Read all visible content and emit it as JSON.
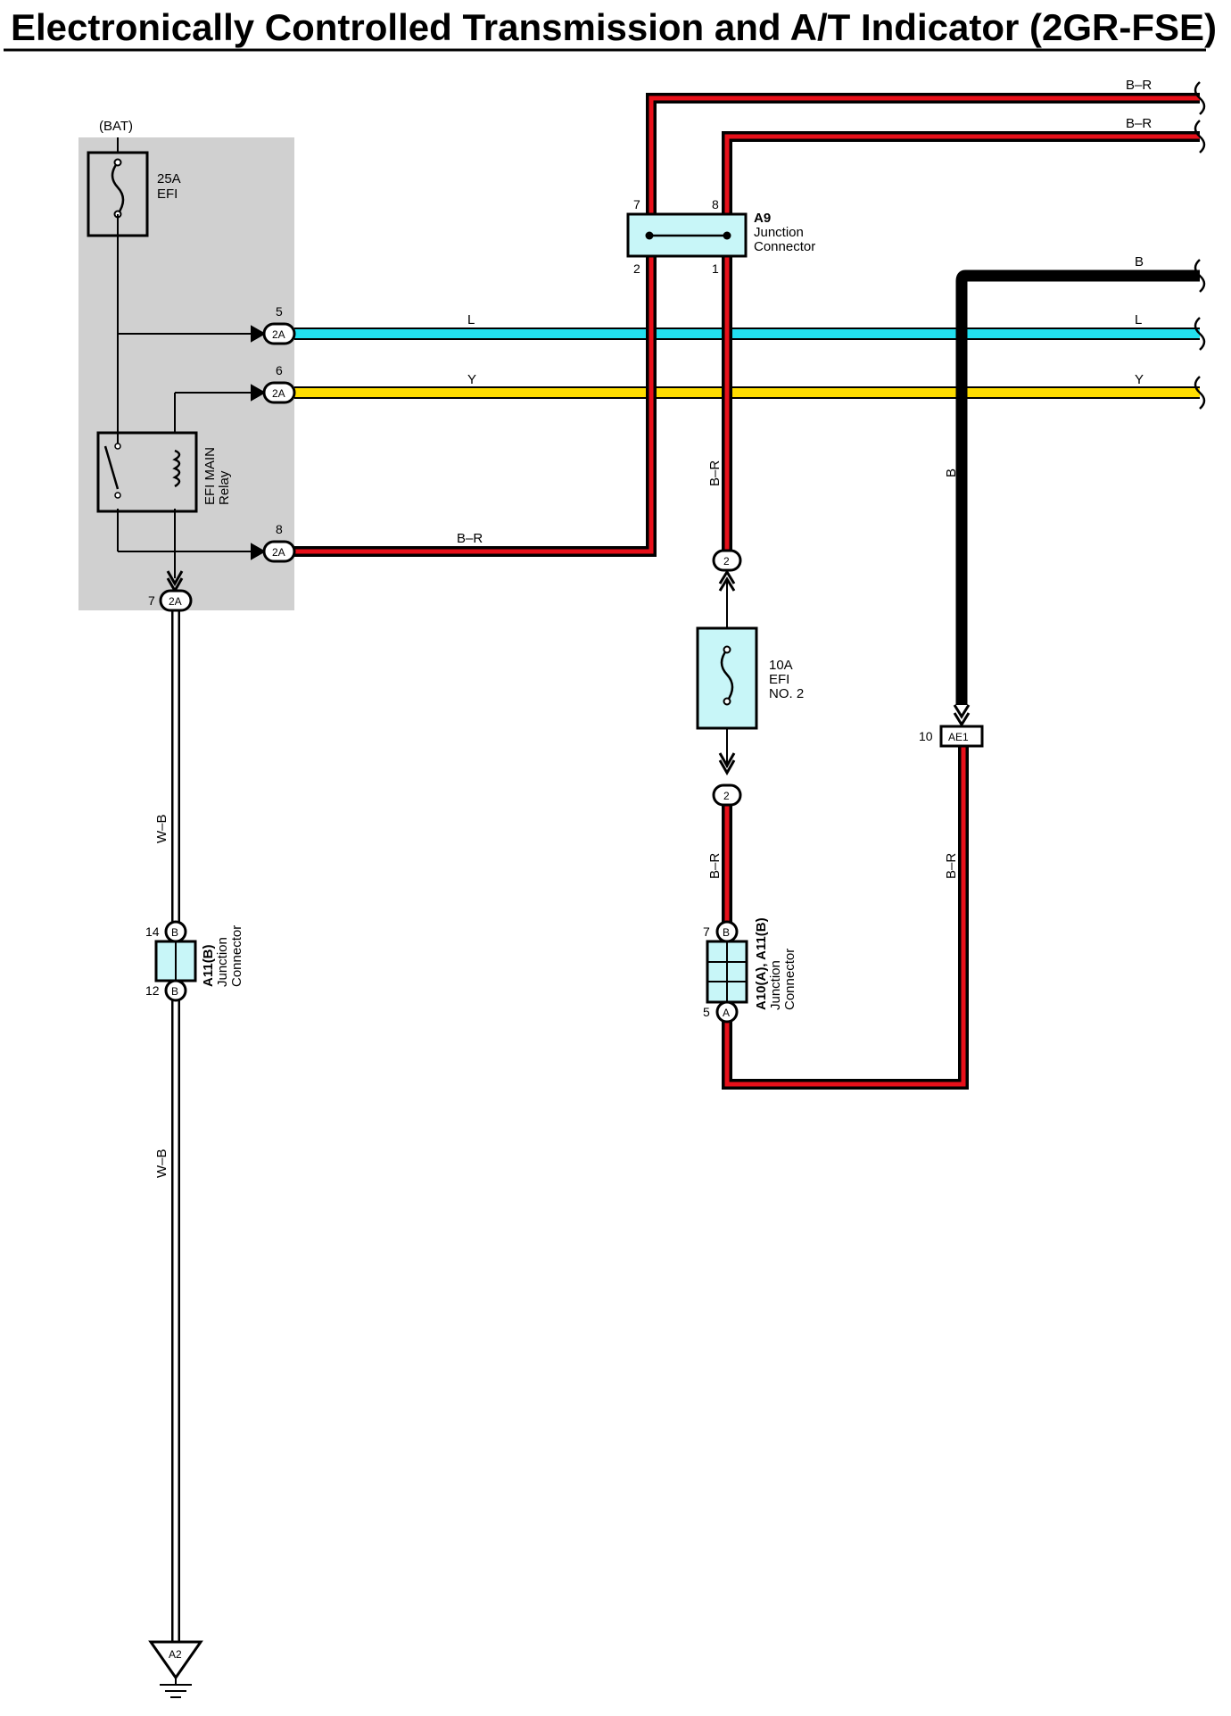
{
  "title": "Electronically Controlled Transmission and A/T Indicator (2GR-FSE)",
  "colors": {
    "red": "#e8101a",
    "cyan": "#22e0f0",
    "yellow": "#ffdd00",
    "black": "#000000",
    "shade": "#d0d0d0",
    "component_fill": "#c8f6f8"
  },
  "relay_block": {
    "bat_label": "(BAT)",
    "fuse_rating": "25A",
    "fuse_name": "EFI",
    "relay_name": "EFI MAIN",
    "relay_word": "Relay",
    "pins": [
      {
        "num": "5",
        "conn": "2A"
      },
      {
        "num": "6",
        "conn": "2A"
      },
      {
        "num": "8",
        "conn": "2A"
      },
      {
        "num": "7",
        "conn": "2A"
      }
    ]
  },
  "wires": {
    "l": "L",
    "y": "Y",
    "br": "B–R",
    "b": "B",
    "wb": "W–B"
  },
  "junction_a9": {
    "id": "A9",
    "line1": "Junction",
    "line2": "Connector",
    "pin_top_left": "7",
    "pin_top_right": "8",
    "pin_bottom_left": "2",
    "pin_bottom_right": "1"
  },
  "fuse_efi2": {
    "rating": "10A",
    "name": "EFI",
    "name2": "NO. 2",
    "conn_top": "2",
    "conn_bottom": "2"
  },
  "junction_a10": {
    "id": "A10(A), A11(B)",
    "line1": "Junction",
    "line2": "Connector",
    "pin_top": "7",
    "conn_top": "B",
    "pin_bottom": "5",
    "conn_bottom": "A"
  },
  "junction_a11": {
    "id": "A11(B)",
    "line1": "Junction",
    "line2": "Connector",
    "pin_top": "14",
    "conn_top": "B",
    "pin_bottom": "12",
    "conn_bottom": "B"
  },
  "connector_ae1": {
    "pin": "10",
    "id": "AE1"
  },
  "ground": {
    "id": "A2"
  }
}
